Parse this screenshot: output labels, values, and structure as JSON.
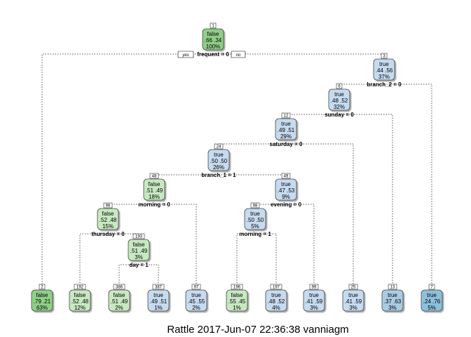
{
  "footer": "Rattle 2017-Jun-07 22:36:38 vanniagm",
  "yes_label": "yes",
  "no_label": "no",
  "colors": {
    "false_dark": "#8fcf87",
    "false_light": "#c7e9c0",
    "true_light": "#c6dbef",
    "true_mid": "#a9cce3",
    "true_dark": "#8cc0dc",
    "edge": "#555555"
  },
  "nodes": [
    {
      "id": "n1",
      "num": "1",
      "cls": "false",
      "probs": ".66  .34",
      "pct": "100%",
      "shade": "false_dark"
    },
    {
      "id": "n3",
      "num": "3",
      "cls": "true",
      "probs": ".44  .56",
      "pct": "37%",
      "shade": "true_light"
    },
    {
      "id": "n6",
      "num": "6",
      "cls": "true",
      "probs": ".48  .52",
      "pct": "32%",
      "shade": "true_light"
    },
    {
      "id": "n12",
      "num": "12",
      "cls": "true",
      "probs": ".49  .51",
      "pct": "29%",
      "shade": "true_light"
    },
    {
      "id": "n24",
      "num": "24",
      "cls": "true",
      "probs": ".50  .50",
      "pct": "26%",
      "shade": "true_light"
    },
    {
      "id": "n48",
      "num": "48",
      "cls": "false",
      "probs": ".51  .49",
      "pct": "18%",
      "shade": "false_light"
    },
    {
      "id": "n49",
      "num": "49",
      "cls": "true",
      "probs": ".47  .53",
      "pct": "9%",
      "shade": "true_light"
    },
    {
      "id": "n96",
      "num": "96",
      "cls": "false",
      "probs": ".52  .48",
      "pct": "15%",
      "shade": "false_light"
    },
    {
      "id": "n98",
      "num": "98",
      "cls": "true",
      "probs": ".50  .50",
      "pct": "5%",
      "shade": "true_light"
    },
    {
      "id": "n193",
      "num": "193",
      "cls": "false",
      "probs": ".51  .49",
      "pct": "3%",
      "shade": "false_light"
    },
    {
      "id": "n2",
      "num": "2",
      "cls": "false",
      "probs": ".79  .21",
      "pct": "63%",
      "shade": "false_dark"
    },
    {
      "id": "n192",
      "num": "192",
      "cls": "false",
      "probs": ".52  .48",
      "pct": "12%",
      "shade": "false_light"
    },
    {
      "id": "n386",
      "num": "386",
      "cls": "false",
      "probs": ".51  .49",
      "pct": "2%",
      "shade": "false_light"
    },
    {
      "id": "n387",
      "num": "387",
      "cls": "true",
      "probs": ".49  .51",
      "pct": "1%",
      "shade": "true_light"
    },
    {
      "id": "n97",
      "num": "97",
      "cls": "true",
      "probs": ".45  .55",
      "pct": "2%",
      "shade": "true_light"
    },
    {
      "id": "n196",
      "num": "196",
      "cls": "false",
      "probs": ".55  .45",
      "pct": "1%",
      "shade": "false_light"
    },
    {
      "id": "n197",
      "num": "197",
      "cls": "true",
      "probs": ".48  .52",
      "pct": "4%",
      "shade": "true_light"
    },
    {
      "id": "n99",
      "num": "99",
      "cls": "true",
      "probs": ".41  .59",
      "pct": "3%",
      "shade": "true_light"
    },
    {
      "id": "n25",
      "num": "25",
      "cls": "true",
      "probs": ".41  .59",
      "pct": "3%",
      "shade": "true_light"
    },
    {
      "id": "n13",
      "num": "13",
      "cls": "true",
      "probs": ".37  .63",
      "pct": "3%",
      "shade": "true_mid"
    },
    {
      "id": "n7",
      "num": "7",
      "cls": "true",
      "probs": ".24  .76",
      "pct": "5%",
      "shade": "true_dark"
    }
  ],
  "splits": [
    {
      "node": "n1",
      "label": "frequent = 0"
    },
    {
      "node": "n3",
      "label": "branch_2 = 0"
    },
    {
      "node": "n6",
      "label": "sunday = 0"
    },
    {
      "node": "n12",
      "label": "saturday = 0"
    },
    {
      "node": "n24",
      "label": "branch_1 = 1"
    },
    {
      "node": "n48",
      "label": "morning = 0"
    },
    {
      "node": "n49",
      "label": "evening = 0"
    },
    {
      "node": "n96",
      "label": "thursday = 0"
    },
    {
      "node": "n98",
      "label": "morning = 1"
    },
    {
      "node": "n193",
      "label": "day = 1"
    }
  ]
}
